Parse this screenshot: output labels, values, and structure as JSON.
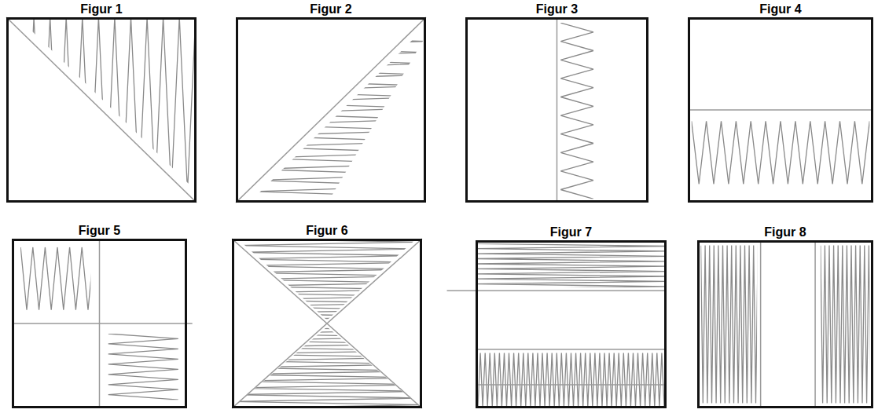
{
  "diagram": {
    "nodes": [
      {
        "text": [
          "Figur 1"
        ]
      },
      {
        "text": [
          "Figur 2"
        ]
      },
      {
        "text": [
          "Figur 3"
        ]
      },
      {
        "text": [
          "Figur 4"
        ]
      },
      {
        "text": [
          "Figur 5"
        ]
      },
      {
        "text": [
          "Figur 6"
        ]
      },
      {
        "text": [
          "Figur 7"
        ]
      },
      {
        "text": [
          "Figur 8"
        ]
      }
    ]
  }
}
